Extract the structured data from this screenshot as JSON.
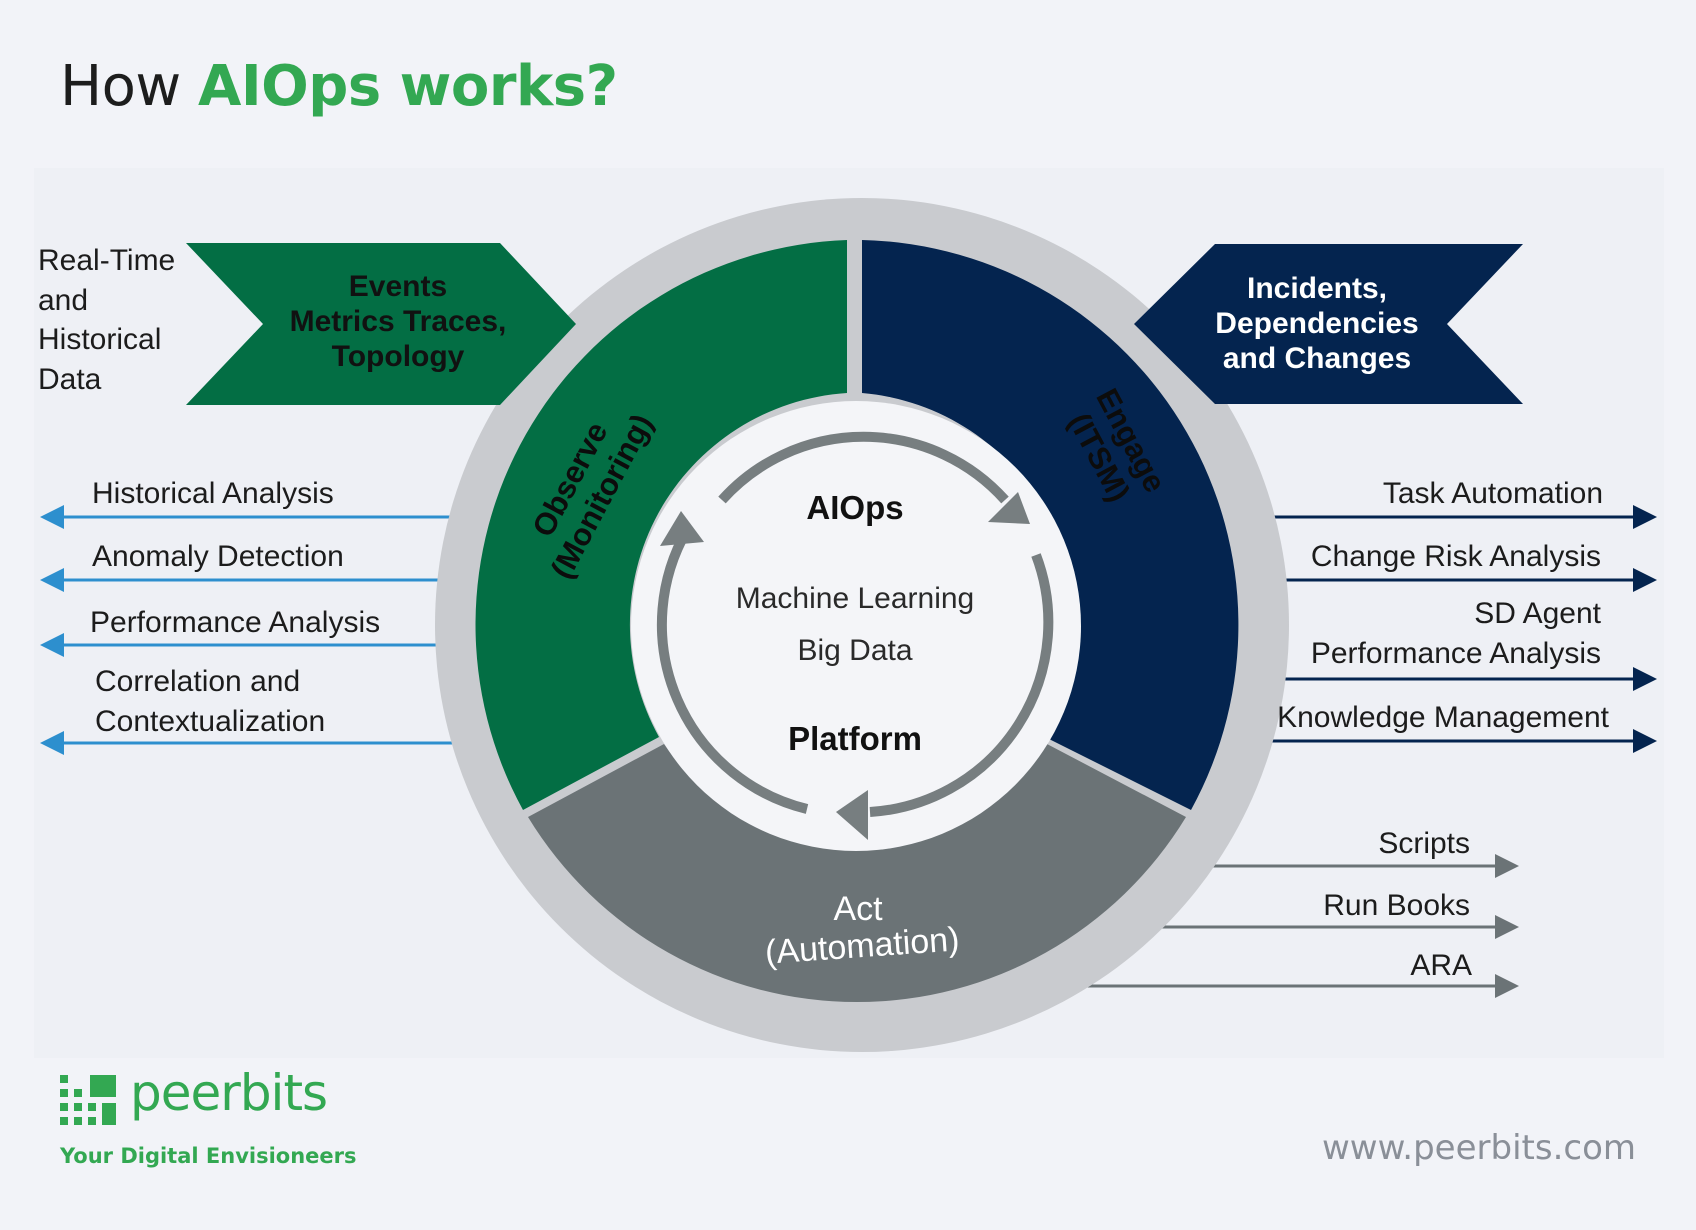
{
  "header": {
    "title_plain": "How ",
    "title_highlight": "AIOps works?"
  },
  "colors": {
    "green": "#036e44",
    "navy": "#04244f",
    "gray": "#6b7376",
    "ring": "#c9cbcf",
    "blue_arrow": "#2d8fce",
    "brand_green": "#33a852"
  },
  "left_inputs": {
    "line1": "Real-Time",
    "line2": "and",
    "line3": "Historical",
    "line4": "Data"
  },
  "green_banner": {
    "line1": "Events",
    "line2": "Metrics Traces,",
    "line3": "Topology"
  },
  "navy_banner": {
    "line1": "Incidents,",
    "line2": "Dependencies",
    "line3": "and Changes"
  },
  "segments": {
    "observe": {
      "line1": "Observe",
      "line2": "(Monitoring)"
    },
    "engage": {
      "line1": "Engage",
      "line2": "(ITSM)"
    },
    "act": {
      "line1": "Act",
      "line2": "(Automation)"
    }
  },
  "center": {
    "top": "AIOps",
    "line1": "Machine Learning",
    "line2": "Big Data",
    "bottom": "Platform"
  },
  "left_outputs": {
    "historical": "Historical Analysis",
    "anomaly": "Anomaly Detection",
    "performance": "Performance Analysis",
    "correlation_l1": "Correlation and",
    "correlation_l2": "Contextualization"
  },
  "right_outputs": {
    "task": "Task Automation",
    "change": "Change Risk Analysis",
    "sd_l1": "SD Agent",
    "sd_l2": "Performance Analysis",
    "knowledge": "Knowledge Management"
  },
  "act_outputs": {
    "scripts": "Scripts",
    "runbooks": "Run Books",
    "ara": "ARA"
  },
  "footer": {
    "brand": "peerbits",
    "tagline": "Your Digital Envisioneers",
    "url": "www.peerbits.com"
  }
}
